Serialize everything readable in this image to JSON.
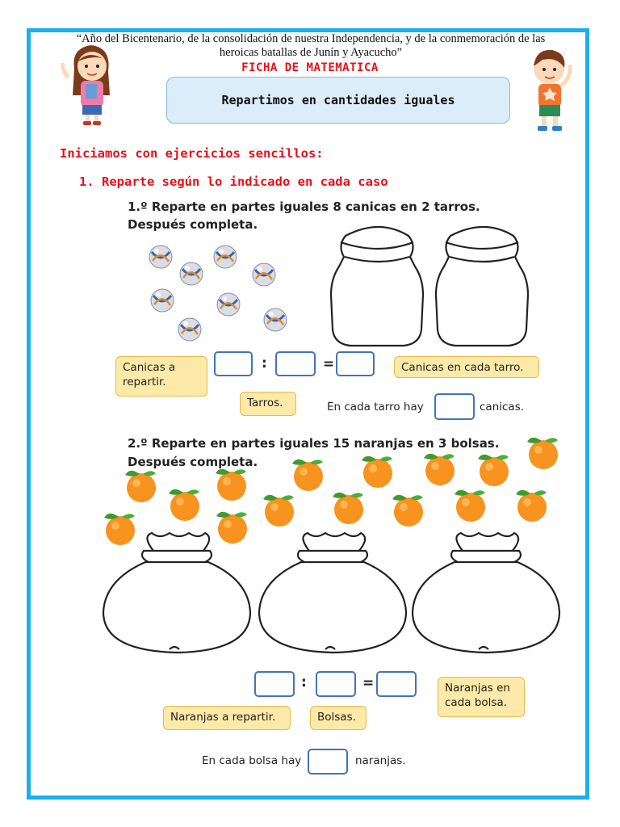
{
  "header": {
    "line1": "“Año del Bicentenario, de la consolidación de nuestra Independencia, y de la conmemoración de las",
    "line2": "heroicas batallas de Junín y Ayacucho”",
    "ficha": "FICHA DE MATEMATICA",
    "title": "Repartimos en cantidades iguales"
  },
  "intro": "Iniciamos con ejercicios sencillos:",
  "exercise_heading": "1. Reparte según lo indicado en cada caso",
  "part1": {
    "instruction_line1": "1.º Reparte en partes iguales 8 canicas en 2 tarros.",
    "instruction_line2": "Después completa.",
    "callout_total_line1": "Canicas a",
    "callout_total_line2": "repartir.",
    "callout_groups": "Tarros.",
    "callout_result": "Canicas en cada tarro.",
    "op_divide": ":",
    "op_equals": "=",
    "sentence_before": "En cada tarro hay",
    "sentence_after": "canicas.",
    "marble_count": 8,
    "jar_count": 2
  },
  "part2": {
    "instruction_line1": "2.º Reparte en partes iguales 15 naranjas en 3 bolsas.",
    "instruction_line2": "Después completa.",
    "callout_total": "Naranjas a repartir.",
    "callout_groups": "Bolsas.",
    "callout_result_line1": "Naranjas en",
    "callout_result_line2": "cada bolsa.",
    "op_divide": ":",
    "op_equals": "=",
    "sentence_before": "En cada bolsa hay",
    "sentence_after": "naranjas.",
    "orange_count": 15,
    "bag_count": 3
  },
  "colors": {
    "frame": "#1ab0ee",
    "heading_red": "#e8101a",
    "callout_fill": "#fde9a8",
    "box_border": "#3f74b8",
    "orange": "#f7931e"
  }
}
